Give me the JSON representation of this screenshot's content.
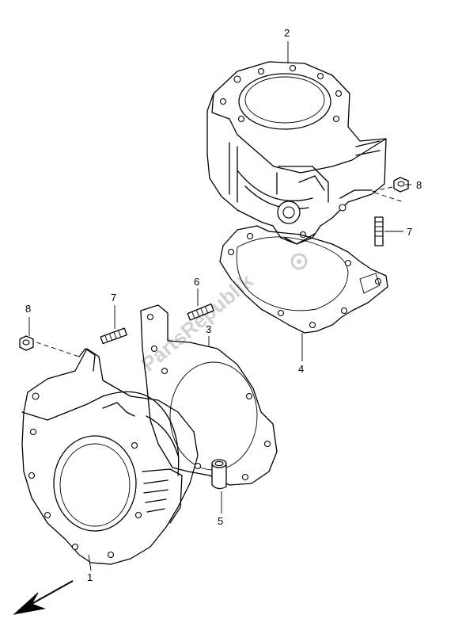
{
  "callouts": {
    "c1": "1",
    "c2": "2",
    "c3": "3",
    "c4": "4",
    "c5": "5",
    "c6": "6",
    "c7a": "7",
    "c7b": "7",
    "c8a": "8",
    "c8b": "8"
  },
  "watermark": "PartsRepublik",
  "colors": {
    "ink": "#000000",
    "paper": "#ffffff",
    "watermark": "#d2d2d2"
  },
  "icons": {
    "front_arrow": "direction-arrow-icon",
    "gear": "gear-icon"
  }
}
